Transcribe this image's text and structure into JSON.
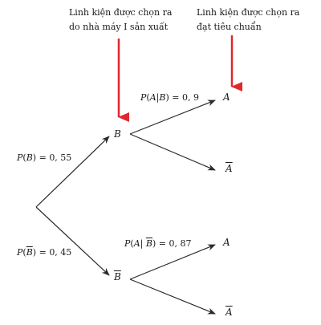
{
  "annotations": {
    "factory": [
      "Linh kiện được chọn ra",
      "do nhà máy I sản xuất"
    ],
    "standard": [
      "Linh kiện được chọn ra",
      "đạt tiêu chuẩn"
    ]
  },
  "probabilities": {
    "p_b": {
      "fn": "P",
      "arg": "B",
      "value": "0, 55"
    },
    "p_not_b": {
      "fn": "P",
      "arg": "B",
      "value": "0, 45"
    },
    "p_a_given_b": {
      "fn": "P",
      "arg1": "A",
      "arg2": "B",
      "value": "0, 9"
    },
    "p_a_given_not_b": {
      "fn": "P",
      "arg1": "A",
      "arg2": "B",
      "value": "0, 87"
    }
  },
  "nodes": {
    "b": "B",
    "not_b": "B",
    "a_top": "A",
    "not_a_top": "A",
    "a_bottom": "A",
    "not_a_bottom": "A"
  },
  "colors": {
    "arrow": "#e0282e",
    "line": "#2a2a2a"
  }
}
